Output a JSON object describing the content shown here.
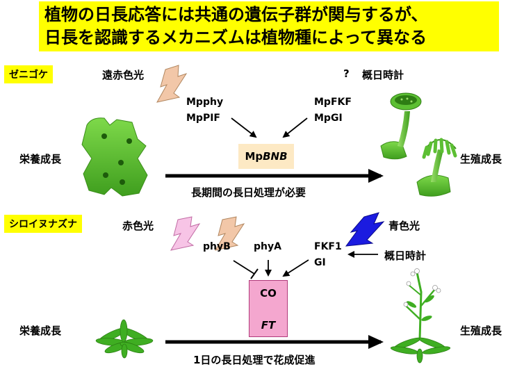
{
  "title": {
    "line1": "植物の日長応答には共通の遺伝子群が関与するが、",
    "line2": "日長を認識するメカニズムは植物種によって異なる"
  },
  "marchantia": {
    "label": "ゼニゴケ",
    "far_red_light": "遠赤色光",
    "question_mark": "?",
    "circadian_clock": "概日時計",
    "genes_left": [
      "Mpphy",
      "MpPIF"
    ],
    "genes_right": [
      "MpFKF",
      "MpGI"
    ],
    "target_prefix": "Mp",
    "target_gene": "BNB",
    "vegetative": "栄養成長",
    "reproductive": "生殖成長",
    "arrow_caption": "長期間の長日処理が必要"
  },
  "arabidopsis": {
    "label": "シロイヌナズナ",
    "red_light": "赤色光",
    "blue_light": "青色光",
    "circadian_clock": "概日時計",
    "phyB": "phyB",
    "phyA": "phyA",
    "fkf1": "FKF1",
    "gi": "GI",
    "co": "CO",
    "ft": "FT",
    "vegetative": "栄養成長",
    "reproductive": "生殖成長",
    "arrow_caption": "1日の長日処理で花成促進"
  },
  "colors": {
    "title_bg": "#ffff00",
    "bnb_box": "#fde9c4",
    "co_box": "#f4a7cf",
    "far_red_bolt": "#f2c7a8",
    "red_bolt": "#f7c4e6",
    "blue_bolt": "#1b1be0",
    "plant_green": "#4fb52a"
  },
  "icons": {
    "light": "lightning-bolt-icon",
    "liverwort": "liverwort-thallus-icon",
    "rosette": "rosette-plant-icon",
    "flowering": "flowering-plant-icon"
  }
}
